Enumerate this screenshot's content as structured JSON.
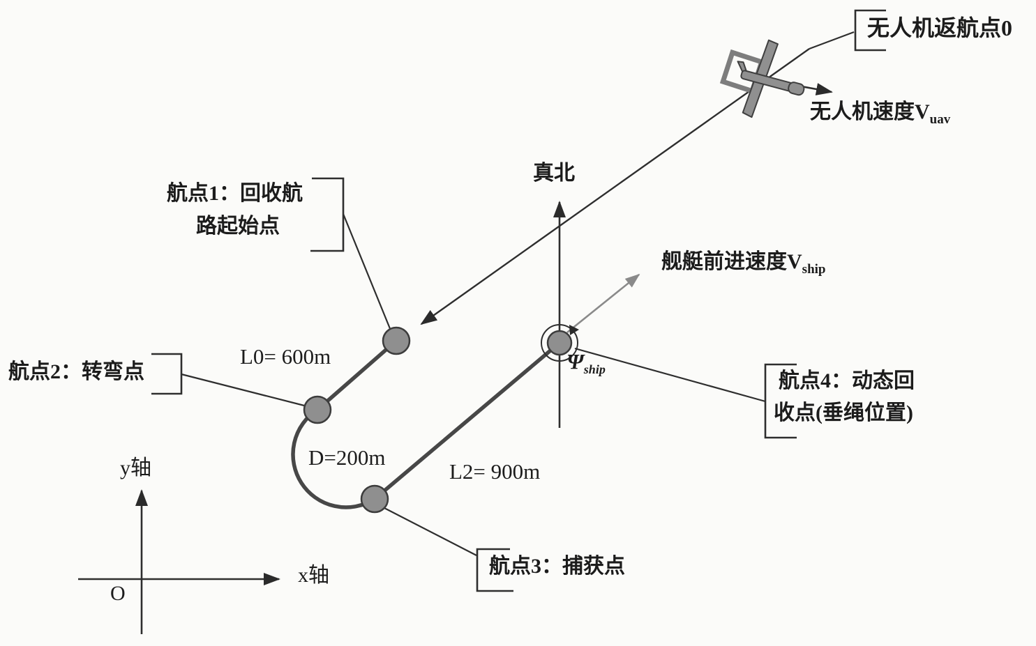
{
  "figure": {
    "type": "uav-ship-recovery-route-diagram",
    "colors": {
      "background": "#fbfbf9",
      "ink": "#1c1c1c",
      "path_gray": "#474747",
      "marker_gray": "#8f8f8f",
      "vector_gray": "#8a8a8a"
    }
  },
  "labels": {
    "uav_return_point": "无人机返航点0",
    "uav_speed": {
      "text": "无人机速度V",
      "sub": "uav"
    },
    "true_north": "真北",
    "ship_speed": {
      "text": "舰艇前进速度V",
      "sub": "ship"
    },
    "ship_heading_angle": {
      "text": "Ψ",
      "sub": "ship"
    },
    "waypoint1": {
      "line1": "航点1：回收航",
      "line2": "路起始点"
    },
    "waypoint2": "航点2：转弯点",
    "waypoint3": "航点3：捕获点",
    "waypoint4": {
      "line1": "航点4：动态回",
      "line2": "收点(垂绳位置)"
    },
    "segment_l0": "L0= 600m",
    "turn_diameter": "D=200m",
    "segment_l2": "L2= 900m",
    "y_axis": "y轴",
    "x_axis": "x轴",
    "origin": "O"
  }
}
